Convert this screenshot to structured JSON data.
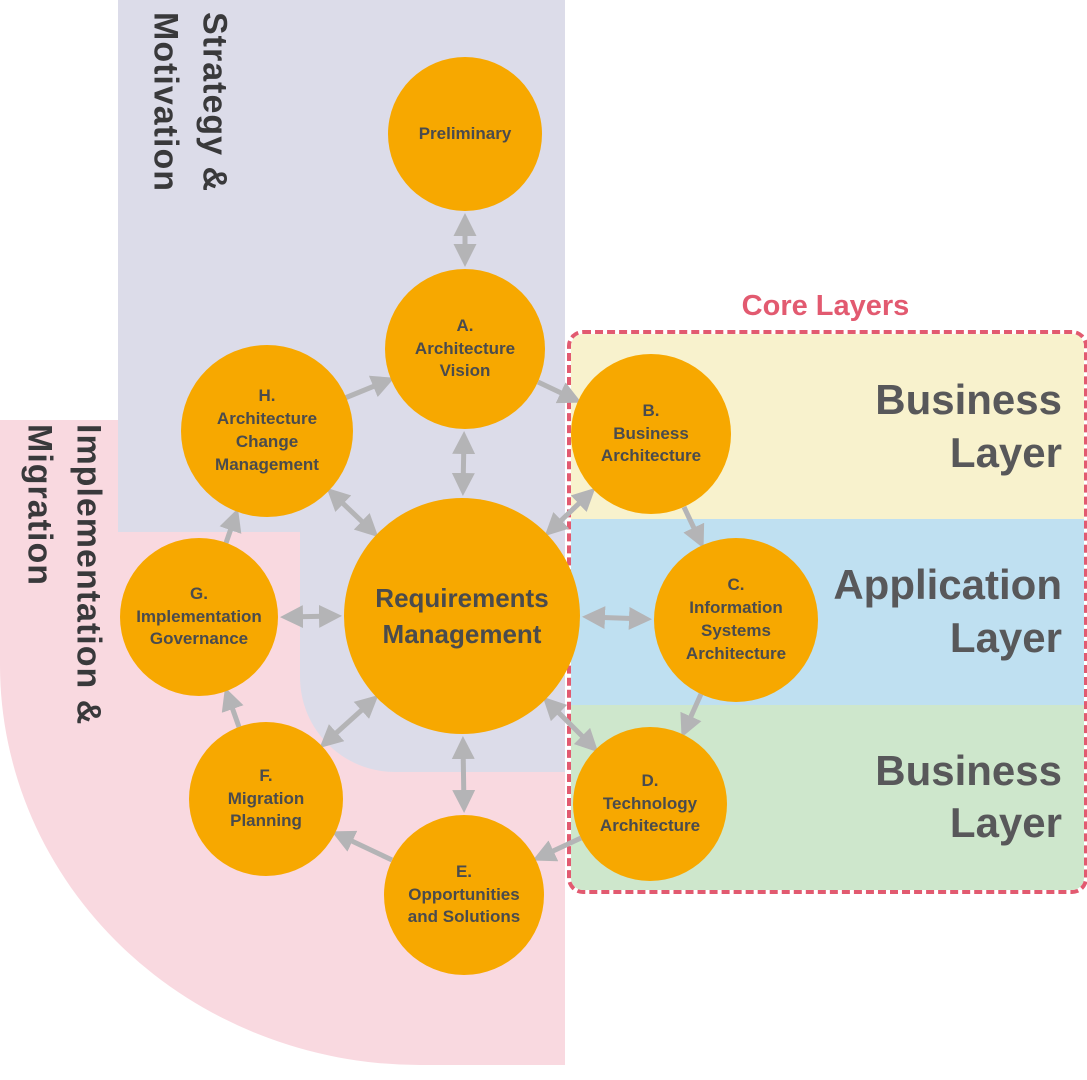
{
  "regions": {
    "strategy_motivation": {
      "label": "Strategy &\nMotivation"
    },
    "implementation_migration": {
      "label": "Implementation &\nMigration"
    }
  },
  "core_layers": {
    "title": "Core Layers",
    "border_color": "#e25a70",
    "bands": [
      {
        "id": "business-layer",
        "label": "Business\nLayer",
        "color": "#f8f2cd"
      },
      {
        "id": "application-layer",
        "label": "Application\nLayer",
        "color": "#bfe0f1"
      },
      {
        "id": "technology-band",
        "label": "Business\nLayer",
        "color": "#cee7cc"
      }
    ]
  },
  "nodes": [
    {
      "id": "preliminary",
      "label": "Preliminary"
    },
    {
      "id": "architecture-vision",
      "label": "A.\nArchitecture\nVision"
    },
    {
      "id": "business-architecture",
      "label": "B.\nBusiness\nArchitecture"
    },
    {
      "id": "information-systems-architecture",
      "label": "C.\nInformation\nSystems\nArchitecture"
    },
    {
      "id": "technology-architecture",
      "label": "D.\nTechnology\nArchitecture"
    },
    {
      "id": "opportunities-and-solutions",
      "label": "E.\nOpportunities\nand Solutions"
    },
    {
      "id": "migration-planning",
      "label": "F.\nMigration\nPlanning"
    },
    {
      "id": "implementation-governance",
      "label": "G.\nImplementation\nGovernance"
    },
    {
      "id": "architecture-change-management",
      "label": "H.\nArchitecture\nChange\nManagement"
    },
    {
      "id": "requirements-management",
      "label": "Requirements\nManagement"
    }
  ],
  "colors": {
    "node_fill": "#F7A800",
    "node_text": "#4a4b4d",
    "arrow": "#b4b4b6",
    "strategy_region": "#dcdce9",
    "implementation_region": "#f9d9e0",
    "core_border": "#e25a70",
    "layer_label_text": "#58585a"
  }
}
